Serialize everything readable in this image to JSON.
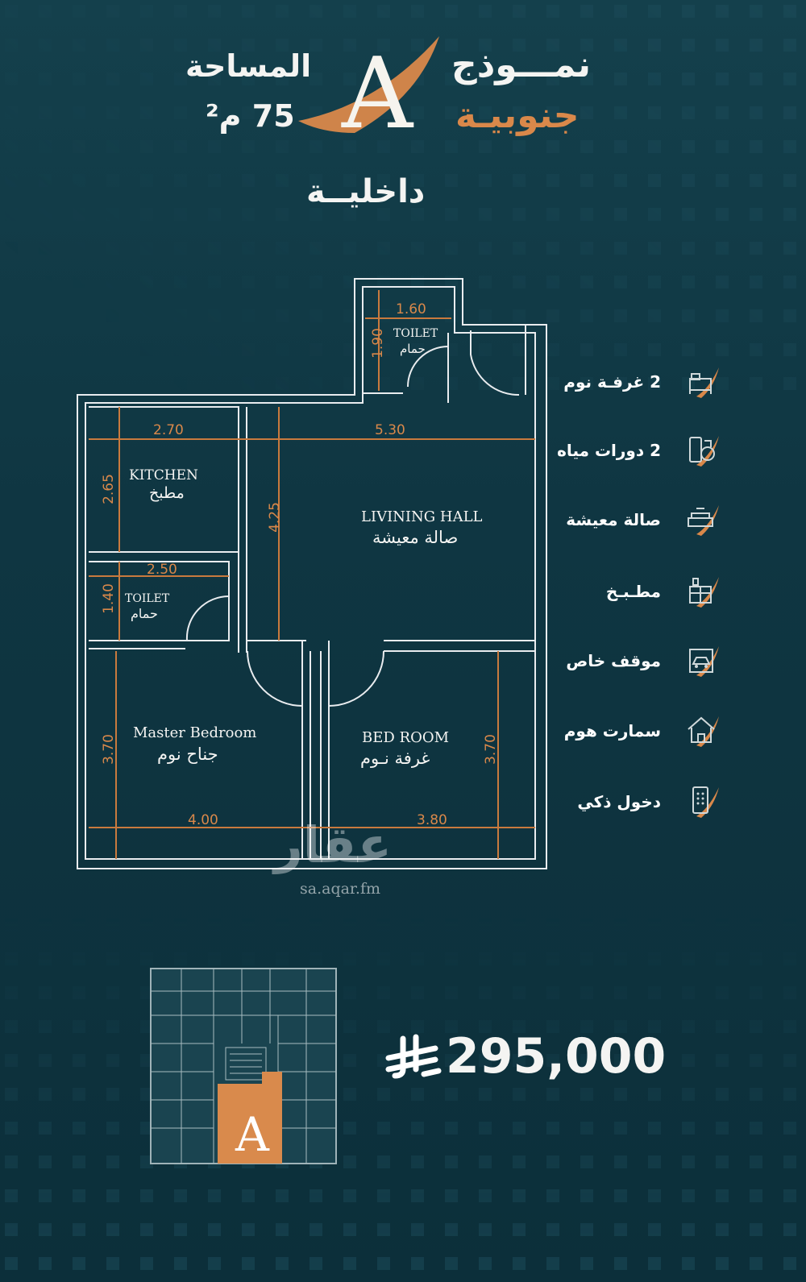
{
  "header": {
    "model_word": "نمـــوذج",
    "model_letter": "A",
    "orientation": "جنوبيـة",
    "area_label": "المساحة",
    "area_value": "75 م²",
    "position": "داخليــة"
  },
  "floor_plan": {
    "rooms": [
      {
        "en": "TOILET",
        "ar": "حمام",
        "dim_w": "1.60",
        "dim_h": "1.90"
      },
      {
        "en": "KITCHEN",
        "ar": "مطبخ",
        "dim_w": "2.70",
        "dim_h": "2.65"
      },
      {
        "en": "LIVINING HALL",
        "ar": "صالة معيشة",
        "dim_w": "5.30",
        "dim_h": "4.25"
      },
      {
        "en": "TOILET",
        "ar": "حمام",
        "dim_w": "2.50",
        "dim_h": "1.40"
      },
      {
        "en": "Master Bedroom",
        "ar": "جناح نوم",
        "dim_w": "4.00",
        "dim_h": "3.70"
      },
      {
        "en": "BED ROOM",
        "ar": "غرفة نـوم",
        "dim_w": "3.80",
        "dim_h": "3.70"
      }
    ]
  },
  "features": [
    {
      "label": "2 غرفـة نوم",
      "icon": "bedroom-icon"
    },
    {
      "label": "2 دورات مياه",
      "icon": "bathroom-icon"
    },
    {
      "label": "صالة معيشة",
      "icon": "living-room-icon"
    },
    {
      "label": "مطـبـخ",
      "icon": "kitchen-icon"
    },
    {
      "label": "موقف خاص",
      "icon": "parking-icon"
    },
    {
      "label": "سمارت هوم",
      "icon": "smart-home-icon"
    },
    {
      "label": "دخول ذكي",
      "icon": "smart-entry-icon"
    }
  ],
  "watermark": {
    "logo_text": "عقار",
    "url": "sa.aqar.fm"
  },
  "price": {
    "value": "295,000",
    "currency_icon": "riyal-symbol-icon"
  },
  "key_plan": {
    "highlight_letter": "A"
  },
  "colors": {
    "background": "#0f3642",
    "accent": "#d9884a",
    "text": "#ffffff"
  }
}
